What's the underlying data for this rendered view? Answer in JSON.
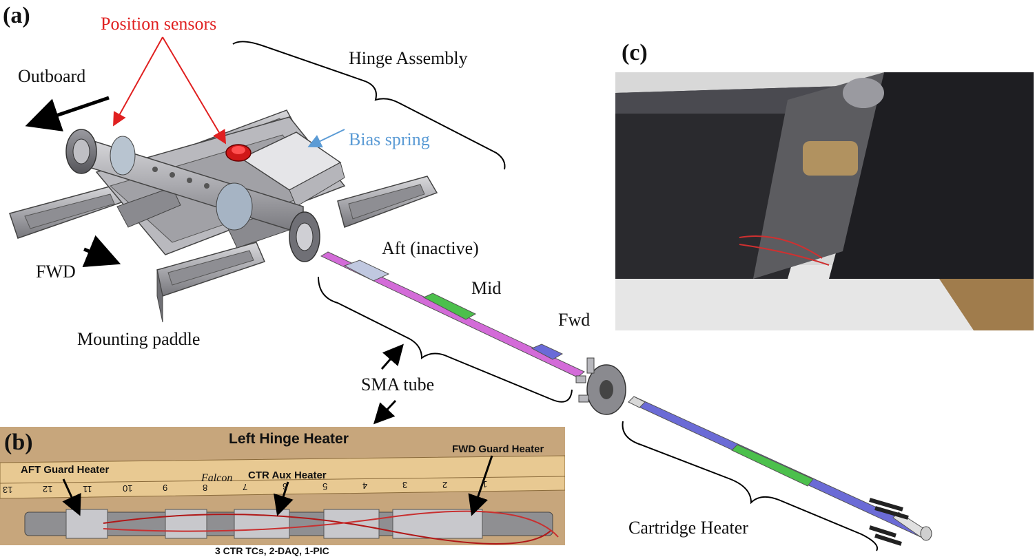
{
  "panels": {
    "a": "(a)",
    "b": "(b)",
    "c": "(c)"
  },
  "labels": {
    "position_sensors": "Position sensors",
    "hinge_assembly": "Hinge Assembly",
    "outboard": "Outboard",
    "bias_spring": "Bias spring",
    "fwd_direction": "FWD",
    "aft_inactive": "Aft (inactive)",
    "mid": "Mid",
    "fwd": "Fwd",
    "mounting_paddle": "Mounting paddle",
    "sma_tube": "SMA tube",
    "cartridge_heater": "Cartridge Heater"
  },
  "photo_b": {
    "title": "Left Hinge Heater",
    "aft_guard": "AFT Guard Heater",
    "ctr_aux": "CTR Aux Heater",
    "fwd_guard": "FWD Guard Heater",
    "footer": "3 CTR TCs, 2-DAQ, 1-PIC",
    "ruler_brand": "Falcon",
    "ruler_numbers": [
      "13",
      "12",
      "11",
      "10",
      "9",
      "8",
      "7",
      "6",
      "5",
      "4",
      "3",
      "2",
      "1"
    ]
  },
  "colors": {
    "sensor_label": "#e02020",
    "spring_label": "#5b9bd5",
    "tube_magenta": "#d36bd8",
    "tube_green": "#4cc04c",
    "tube_blue": "#6a6ad8",
    "cartridge_blue": "#6b6bd6"
  }
}
